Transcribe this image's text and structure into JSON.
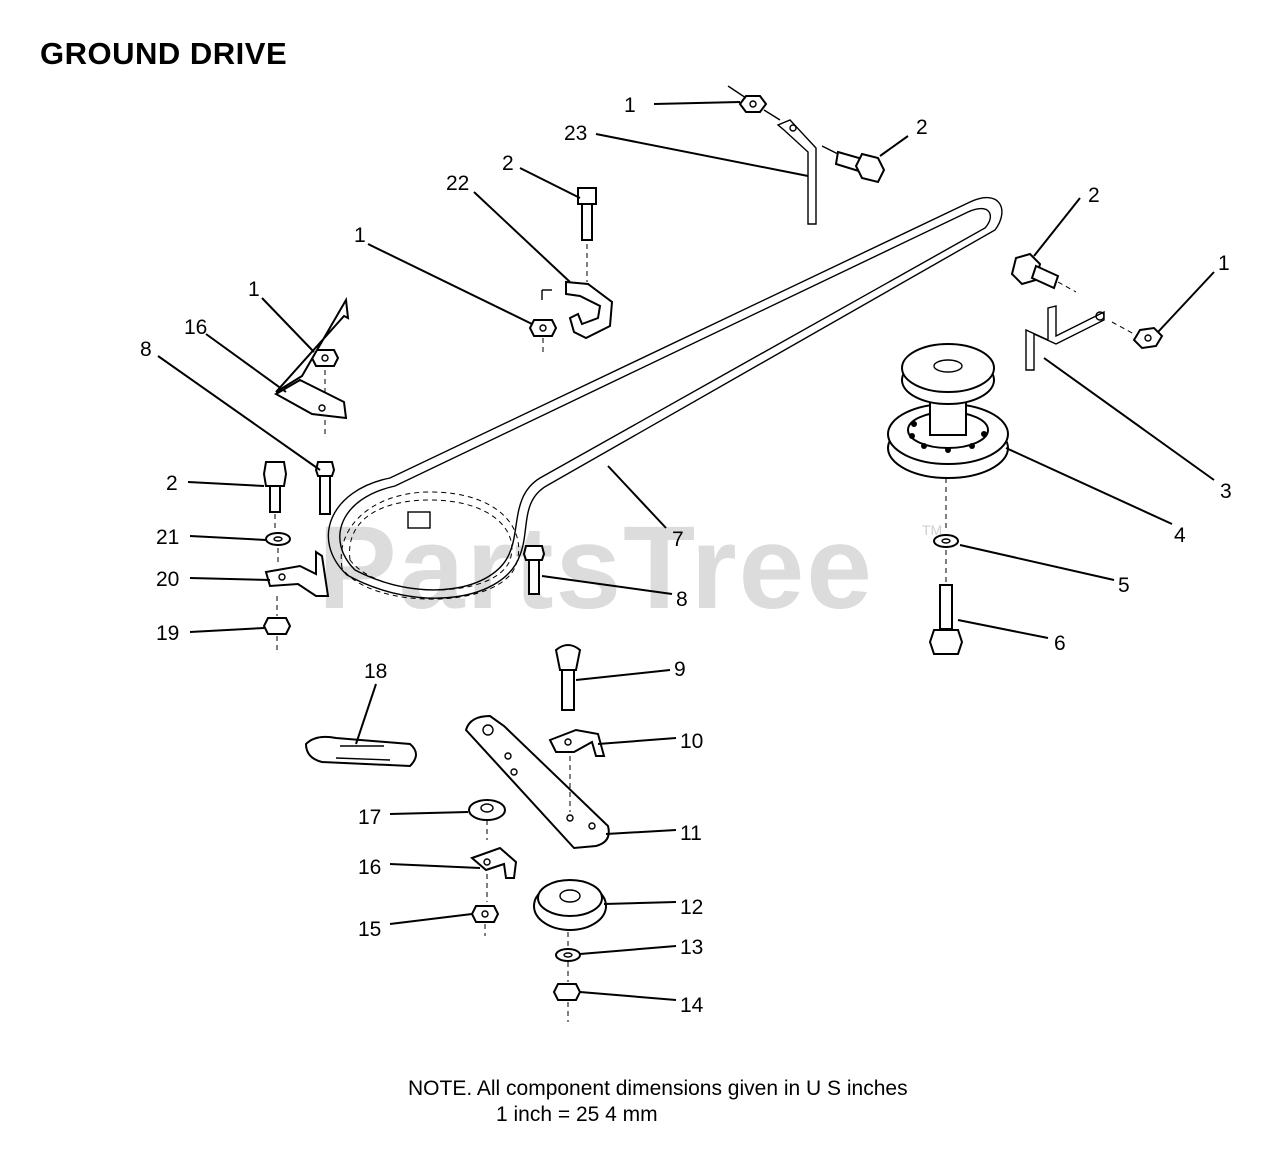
{
  "title": "GROUND DRIVE",
  "watermark": "PartsTree",
  "watermark_tm": "TM",
  "note_line1": "NOTE.  All component dimensions given in U S  inches",
  "note_line2": "1 inch = 25 4 mm",
  "callouts": [
    {
      "id": "c1a",
      "label": "1"
    },
    {
      "id": "c23",
      "label": "23"
    },
    {
      "id": "c2a",
      "label": "2"
    },
    {
      "id": "c2b",
      "label": "2"
    },
    {
      "id": "c22",
      "label": "22"
    },
    {
      "id": "c1b",
      "label": "1"
    },
    {
      "id": "c2c",
      "label": "2"
    },
    {
      "id": "c1c",
      "label": "1"
    },
    {
      "id": "c1d",
      "label": "1"
    },
    {
      "id": "c16a",
      "label": "16"
    },
    {
      "id": "c8a",
      "label": "8"
    },
    {
      "id": "c2d",
      "label": "2"
    },
    {
      "id": "c21",
      "label": "21"
    },
    {
      "id": "c20",
      "label": "20"
    },
    {
      "id": "c19",
      "label": "19"
    },
    {
      "id": "c3",
      "label": "3"
    },
    {
      "id": "c4",
      "label": "4"
    },
    {
      "id": "c5",
      "label": "5"
    },
    {
      "id": "c6",
      "label": "6"
    },
    {
      "id": "c7",
      "label": "7"
    },
    {
      "id": "c8b",
      "label": "8"
    },
    {
      "id": "c9",
      "label": "9"
    },
    {
      "id": "c10",
      "label": "10"
    },
    {
      "id": "c11",
      "label": "11"
    },
    {
      "id": "c12",
      "label": "12"
    },
    {
      "id": "c13",
      "label": "13"
    },
    {
      "id": "c14",
      "label": "14"
    },
    {
      "id": "c15",
      "label": "15"
    },
    {
      "id": "c16b",
      "label": "16"
    },
    {
      "id": "c17",
      "label": "17"
    },
    {
      "id": "c18",
      "label": "18"
    }
  ]
}
